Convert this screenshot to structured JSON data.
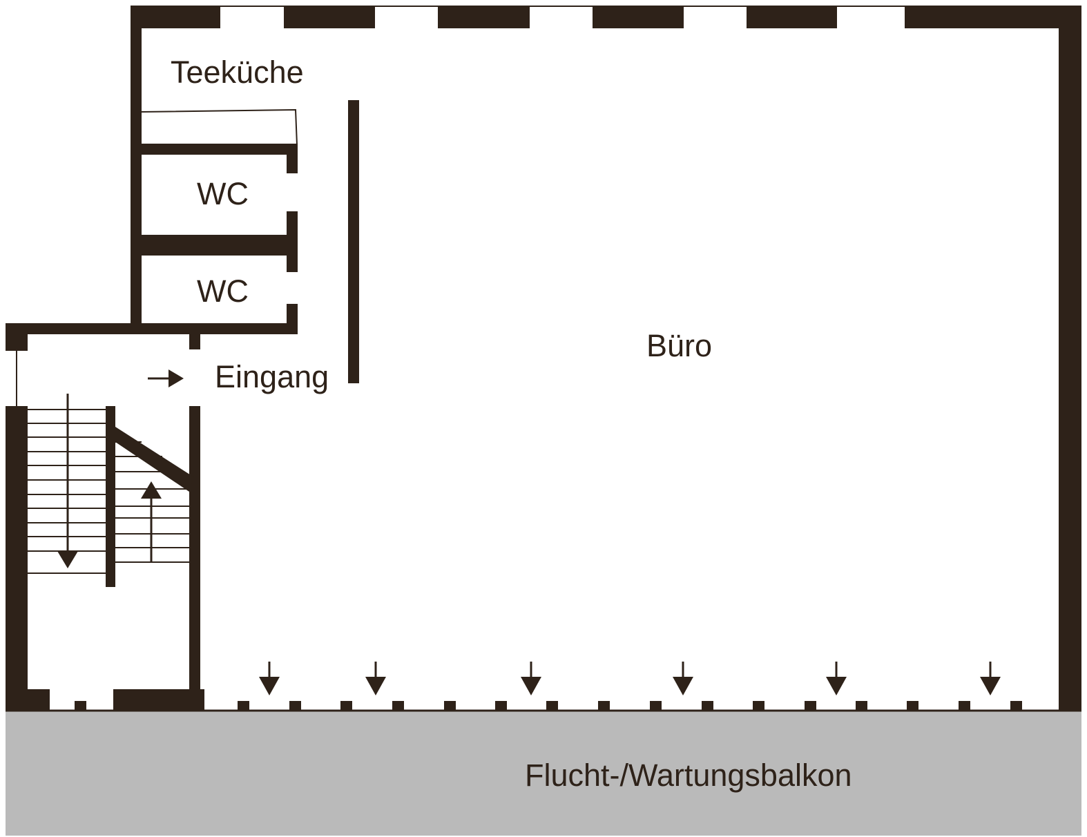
{
  "rooms": {
    "kitchen": "Teeküche",
    "wc_upper": "WC",
    "wc_lower": "WC",
    "entrance": "Eingang",
    "office": "Büro",
    "balcony": "Flucht-/Wartungsbalkon"
  },
  "colors": {
    "wall": "#2e2219",
    "balcony": "#bababa",
    "background": "#ffffff"
  },
  "icons": {
    "entrance_arrow": "arrow-right-icon",
    "stair_down_arrow": "arrow-down-icon",
    "stair_up_arrow": "arrow-up-icon",
    "exit_arrows": "arrow-down-icon"
  }
}
